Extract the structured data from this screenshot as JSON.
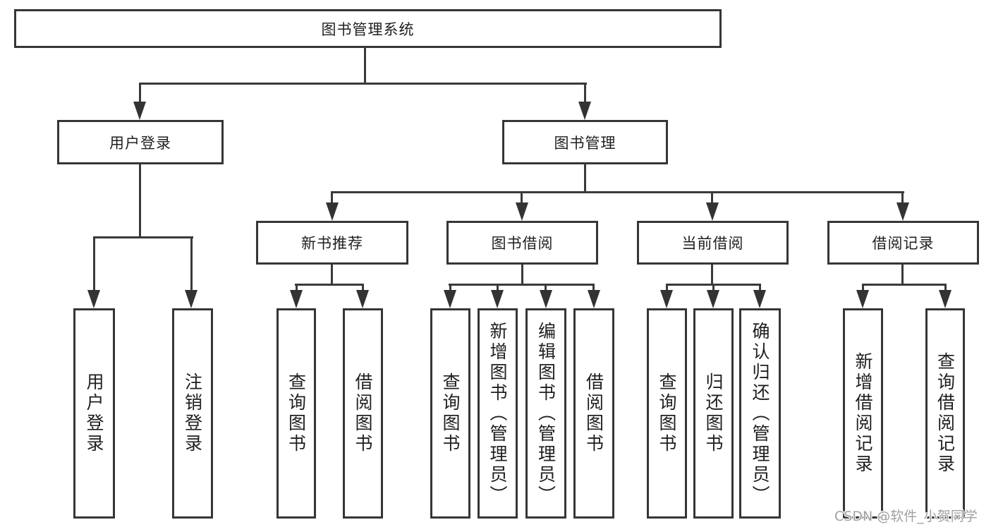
{
  "root": {
    "label": "图书管理系统"
  },
  "level2": [
    {
      "label": "用户登录"
    },
    {
      "label": "图书管理"
    }
  ],
  "level3": [
    {
      "label": "新书推荐"
    },
    {
      "label": "图书借阅"
    },
    {
      "label": "当前借阅"
    },
    {
      "label": "借阅记录"
    }
  ],
  "leaves": [
    {
      "label": "用户登录"
    },
    {
      "label": "注销登录"
    },
    {
      "label": "查询图书"
    },
    {
      "label": "借阅图书"
    },
    {
      "label": "查询图书"
    },
    {
      "label": "新增图书（管理员）"
    },
    {
      "label": "编辑图书（管理员）"
    },
    {
      "label": "借阅图书"
    },
    {
      "label": "查询图书"
    },
    {
      "label": "归还图书"
    },
    {
      "label": "确认归还（管理员）"
    },
    {
      "label": "新增借阅记录"
    },
    {
      "label": "查询借阅记录"
    }
  ],
  "watermark": {
    "text": "CSDN @软件_小贺同学"
  },
  "colors": {
    "line": "#3a3a3a",
    "box_border": "#363636",
    "box_fill": "#ffffff",
    "text": "#1f1f1f",
    "watermark": "#a0a0a0"
  }
}
